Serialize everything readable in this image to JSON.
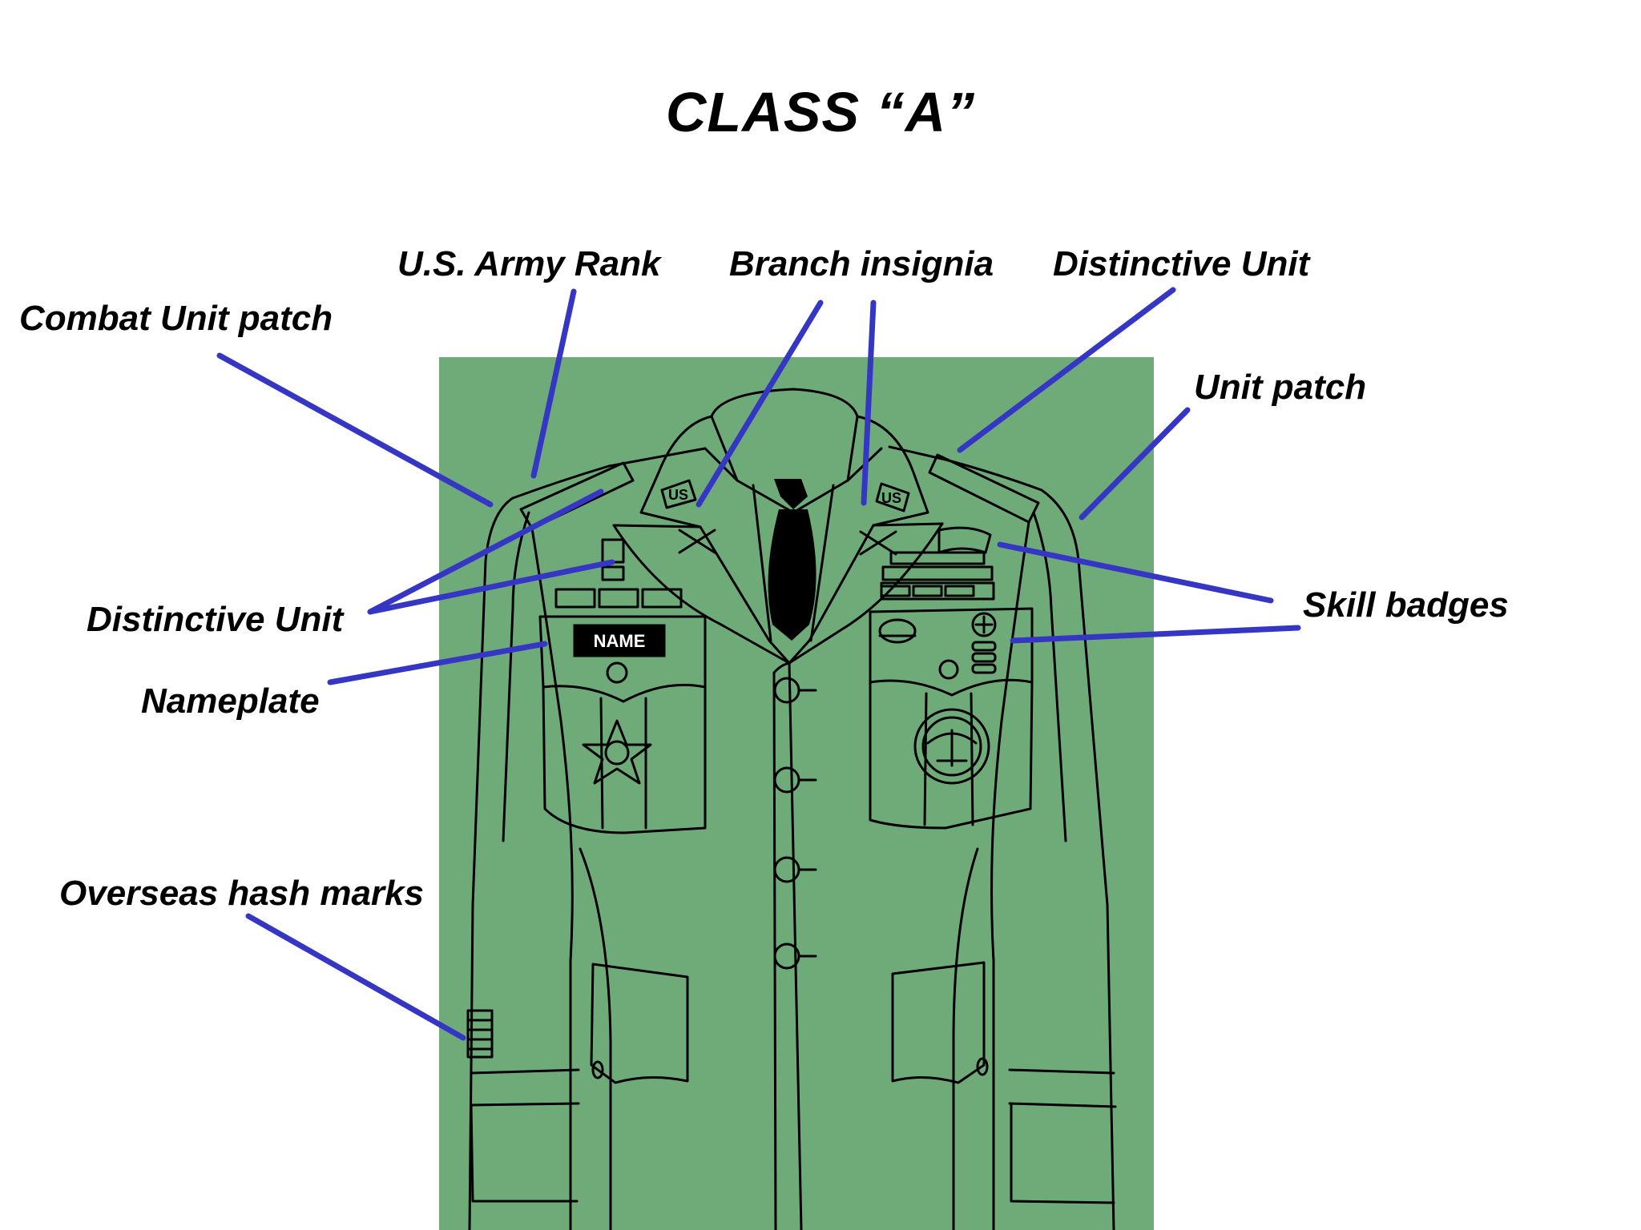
{
  "title": "CLASS “A”",
  "labels": {
    "combat_unit_patch": "Combat Unit patch",
    "us_army_rank": "U.S. Army Rank",
    "branch_insignia": "Branch insignia",
    "distinctive_unit_top": "Distinctive Unit",
    "unit_patch": "Unit patch",
    "distinctive_unit_left": "Distinctive Unit",
    "skill_badges": "Skill badges",
    "nameplate": "Nameplate",
    "overseas_hash_marks": "Overseas hash marks"
  },
  "nameplate_text": "NAME",
  "collar_insignia_text": "US",
  "colors": {
    "panel": "#6fab79",
    "leader_lines": "#3636c4",
    "outline": "#000000"
  }
}
